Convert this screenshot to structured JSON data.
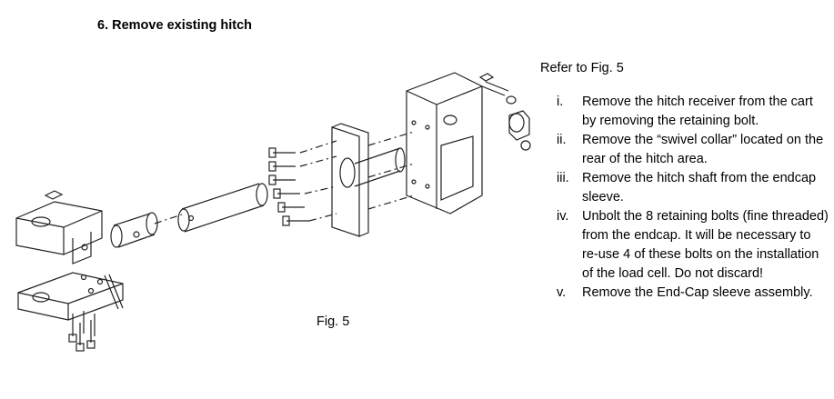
{
  "heading": "6.  Remove existing hitch",
  "refer": "Refer to Fig. 5",
  "steps": [
    {
      "num": "i.",
      "text": "Remove the hitch receiver from the cart by removing the retaining bolt."
    },
    {
      "num": "ii.",
      "text": "Remove the “swivel collar” located on the rear of the hitch area."
    },
    {
      "num": "iii.",
      "text": "Remove the hitch shaft from the endcap sleeve."
    },
    {
      "num": "iv.",
      "text": "Unbolt the 8 retaining bolts (fine threaded) from the endcap.  It will be necessary to re-use 4 of these bolts on the installation of the load cell. Do not discard!"
    },
    {
      "num": "v.",
      "text": "Remove the End-Cap sleeve assembly."
    }
  ],
  "figure_caption": "Fig. 5"
}
